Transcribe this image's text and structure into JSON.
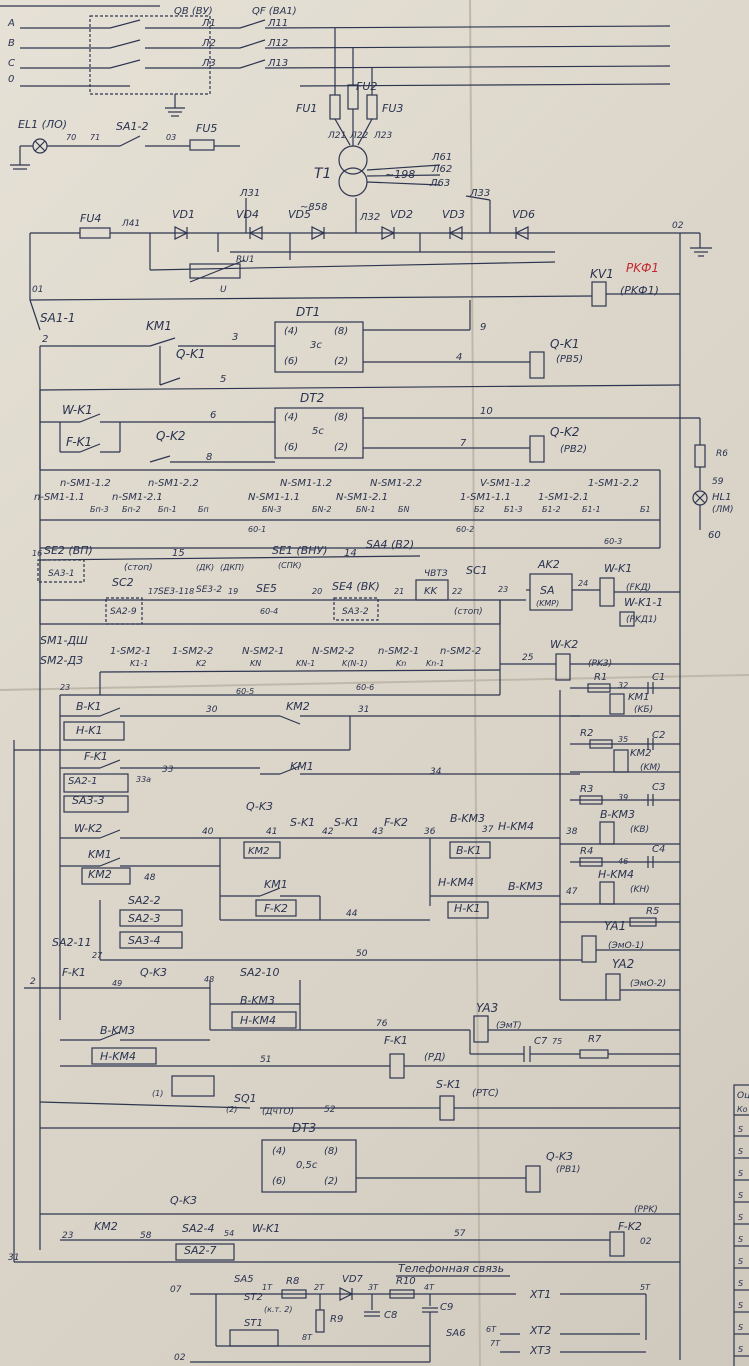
{
  "top": {
    "qb": "QB (BУ)",
    "qf": "QF (BA1)",
    "phases": [
      "A",
      "B",
      "C",
      "0"
    ],
    "lines": [
      "Л1",
      "Л2",
      "Л3",
      "Л11",
      "Л12",
      "Л13"
    ]
  },
  "fuses_top": {
    "fu1": "FU1",
    "fu2": "FU2",
    "fu3": "FU3",
    "l21": "Л21",
    "l22": "Л22",
    "l23": "Л23"
  },
  "lamp_el1": {
    "label": "EL1 (ЛО)",
    "sa12": "SA1-2",
    "fu5": "FU5",
    "n70": "70",
    "n71": "71",
    "n03": "03"
  },
  "transformer": {
    "t1": "T1",
    "v198": "~198",
    "v858": "~858",
    "l61": "Л61",
    "l62": "Л62",
    "l63": "Л63"
  },
  "rectifier": {
    "fu4": "FU4",
    "l41": "Л41",
    "l31": "Л31",
    "l32": "Л32",
    "l33": "Л33",
    "vd1": "VD1",
    "vd4": "VD4",
    "vd5": "VD5",
    "vd2": "VD2",
    "vd3": "VD3",
    "vd6": "VD6",
    "ru1": "RU1",
    "u": "U",
    "n02": "02",
    "n01": "01"
  },
  "kv1": {
    "label": "KV1",
    "red_note": "PKФ1",
    "sub": "(PKФ1)"
  },
  "dt1": {
    "title": "DT1",
    "time": "3c",
    "p4": "(4)",
    "p8": "(8)",
    "p6": "(6)",
    "p2": "(2)"
  },
  "dt2": {
    "title": "DT2",
    "time": "5c",
    "p4": "(4)",
    "p8": "(8)",
    "p6": "(6)",
    "p2": "(2)"
  },
  "dt3": {
    "title": "DT3",
    "time": "0,5c",
    "p4": "(4)",
    "p8": "(8)",
    "p6": "(6)",
    "p2": "(2)"
  },
  "row1": {
    "sa11": "SA1-1",
    "n2": "2",
    "km1": "KM1",
    "n3": "3",
    "qk1": "Q-K1",
    "n5": "5",
    "n9": "9",
    "n4": "4",
    "qk1coil": "Q-K1",
    "pb5": "(PB5)"
  },
  "row2": {
    "wk1": "W-K1",
    "fk1": "F-K1",
    "qk2": "Q-K2",
    "n6": "6",
    "n8": "8",
    "n10": "10",
    "n7": "7",
    "qk2coil": "Q-K2",
    "pb2": "(PB2)",
    "r6": "R6",
    "n59": "59",
    "hl1": "HL1",
    "lm": "(ЛМ)",
    "n60": "60"
  },
  "sm_row": {
    "labels": [
      "n-SM1-1.2",
      "n-SM1-2.2",
      "N-SM1-1.2",
      "N-SM1-2.2",
      "V-SM1-1.2",
      "1-SM1-2.2"
    ],
    "labels2": [
      "n-SM1-1.1",
      "n-SM1-2.1",
      "N-SM1-1.1",
      "N-SM1-2.1",
      "1-SM1-1.1",
      "1-SM1-2.1"
    ],
    "contacts": [
      "Бп-3",
      "Бп-2",
      "Бп-1",
      "Бп",
      "БN-3",
      "БN-2",
      "БN-1",
      "БN",
      "Б2",
      "Б1-3",
      "Б1-2",
      "Б1-1",
      "Б1"
    ],
    "t601": "60-1",
    "t602": "60-2",
    "t603": "60-3"
  },
  "se_row": {
    "se2": "SE2 (BП)",
    "sa31": "SA3-1",
    "n16": "16",
    "n15": "15",
    "se1": "SE1 (BHУ)",
    "dkp": "(ДКП)",
    "dk": "(ДК)",
    "spk": "(СПК)",
    "sa4": "SA4 (B2)",
    "n14": "14",
    "stop": "(стоп)",
    "sc2": "SC2",
    "se31": "SE3-1",
    "se32": "SE3-2",
    "se5": "SE5",
    "se4": "SE4 (BK)",
    "sa32": "SA3-2",
    "chvtz": "ЧВТЗ",
    "kk": "KK",
    "sc1": "SC1",
    "stop2": "(стоп)",
    "sa29": "SA2-9",
    "n604": "60-4",
    "n17": "17",
    "n18": "18",
    "n19": "19",
    "n20": "20",
    "n21": "21",
    "n22": "22",
    "n23": "23",
    "ak2": "AK2",
    "sa": "SA",
    "kmp": "(KMP)",
    "n24": "24",
    "wk1": "W-K1",
    "fkd": "(FKД)",
    "wk11": "W-K1-1",
    "pkd1": "(PKД1)"
  },
  "sm2_row": {
    "sm1": "SM1-ДШ",
    "sm2": "SM2-ДЗ",
    "c1": "1-SM2-1",
    "c2": "1-SM2-2",
    "c3": "N-SM2-1",
    "c4": "N-SM2-2",
    "c5": "n-SM2-1",
    "c6": "n-SM2-2",
    "k1": "K1-1",
    "k2": "K2",
    "kn": "KN",
    "kn1": "KN-1",
    "knl": "K(N-1)",
    "kn2": "Kn",
    "kn3": "Kn-1",
    "n605": "60-5",
    "n606": "60-6",
    "n25": "25",
    "wk2": "W-K2",
    "pk3": "(PK3)"
  },
  "rc": {
    "r1": "R1",
    "c1": "C1",
    "km1": "KM1",
    "kb": "(KБ)",
    "n32": "32",
    "r2": "R2",
    "c2": "C2",
    "km2": "KM2",
    "km": "(KM)",
    "n35": "35",
    "r3": "R3",
    "c3": "C3",
    "n39": "39",
    "bkm3": "B-KM3",
    "kv": "(KB)",
    "r4": "R4",
    "c4": "C4",
    "n46": "46",
    "hkm4": "H-KM4",
    "kh": "(KH)",
    "r5": "R5"
  },
  "mid": {
    "n23": "23",
    "bk1": "B-K1",
    "hk1": "H-K1",
    "n30": "30",
    "km2": "KM2",
    "n31": "31",
    "fk1": "F-K1",
    "sa21": "SA2-1",
    "n33a": "33а",
    "n33": "33",
    "km1": "KM1",
    "n34": "34",
    "sa33": "SA3-3",
    "qk3": "Q-K3",
    "wk2": "W-K2",
    "n40": "40",
    "n41": "41",
    "sk1": "S-K1",
    "n42": "42",
    "sk1b": "S-K1",
    "fk2": "F-K2",
    "n43": "43",
    "bkm3": "B-KM3",
    "n36": "36",
    "n37": "37",
    "hkm4": "H-KM4",
    "n38": "38",
    "km2b": "KM2",
    "km1b": "KM1",
    "n48": "48",
    "bk1b": "B-K1",
    "hkm4b": "H-KM4",
    "bkm3b": "B-KM3",
    "n47": "47",
    "hk1b": "H-K1",
    "km1c": "KM1",
    "fk2b": "F-K2",
    "n44": "44",
    "sa22": "SA2-2",
    "sa23": "SA2-3",
    "sa34": "SA3-4",
    "sa211": "SA2-11",
    "n27": "27",
    "n50": "50",
    "fk1b": "F-K1",
    "n49": "49",
    "qk3b": "Q-K3",
    "n48b": "48",
    "sa210": "SA2-10",
    "bkm3c": "B-KM3",
    "hkm4c": "H-KM4",
    "n2": "2",
    "n76": "76",
    "ya1": "YA1",
    "em1": "(ЭмО-1)",
    "ya2": "YA2",
    "em2": "(ЭмО-2)",
    "ya3": "YA3",
    "emt": "(ЭмТ)",
    "c7": "C7",
    "n75": "75",
    "r7": "R7",
    "n31b": "31"
  },
  "low": {
    "bkm3": "B-KM3",
    "hkm4": "H-KM4",
    "n51": "51",
    "fk1": "F-K1",
    "rd": "(PД)",
    "sq1": "SQ1",
    "dvto": "(ДчТО)",
    "n11": "(1)",
    "n12": "(2)",
    "n52": "52",
    "sk1": "S-K1",
    "rtc": "(PTC)",
    "qk3": "Q-K3",
    "qk3coil": "Q-K3",
    "pv1": "(PB1)",
    "prk": "(PPK)",
    "fk2": "F-K2",
    "n23": "23",
    "km2": "KM2",
    "n58": "58",
    "sa24": "SA2-4",
    "n54": "54",
    "wk1": "W-K1",
    "n57": "57",
    "sa27": "SA2-7",
    "n02": "02"
  },
  "phone": {
    "title": "Телефонная связь",
    "n07": "07",
    "sa5": "SA5",
    "n1t": "1Т",
    "r8": "R8",
    "n2t": "2Т",
    "vd7": "VD7",
    "n3t": "3Т",
    "r10": "R10",
    "n4t": "4Т",
    "xt1": "XT1",
    "st2": "ST2",
    "st2b": "(к.т. 2)",
    "r9": "R9",
    "c8": "C8",
    "c9": "C9",
    "sa6": "SA6",
    "n6t": "6Т",
    "n7t": "7Т",
    "xt2": "XT2",
    "st1": "ST1",
    "n8t": "8Т",
    "xt3": "XT3",
    "n5t": "5Т",
    "n02": "02"
  },
  "side_table": {
    "header1": "Оц",
    "header2": "Ко",
    "rows": [
      "S",
      "S",
      "S",
      "S",
      "S",
      "S",
      "S",
      "S",
      "S",
      "S",
      "S"
    ]
  },
  "colors": {
    "ink": "#2d3550",
    "red": "#c4262e",
    "paper": "#e2ddd2"
  }
}
